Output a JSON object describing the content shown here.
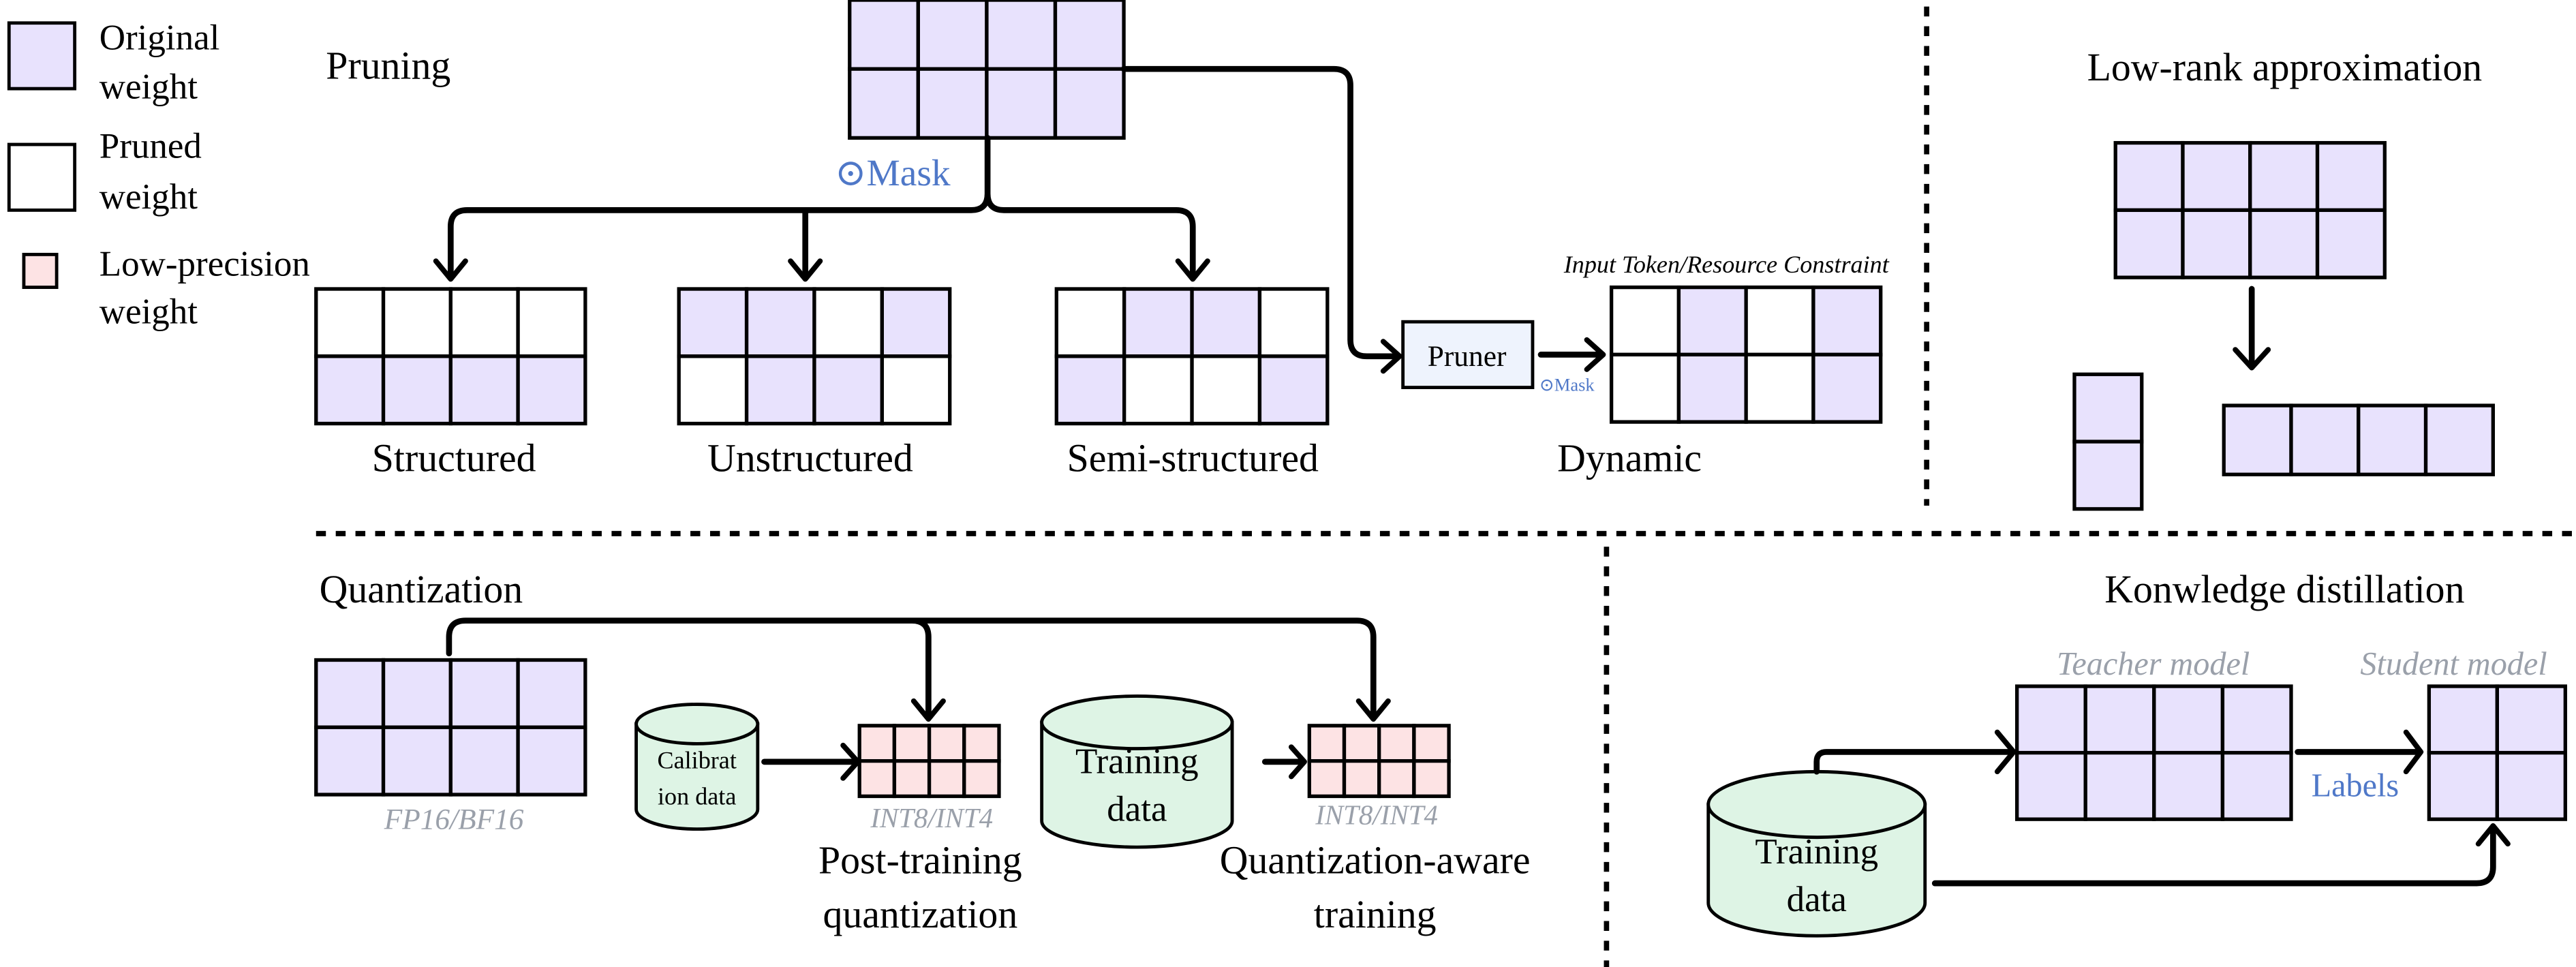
{
  "colors": {
    "original": "#e8e2fd",
    "pruned": "#ffffff",
    "low_precision": "#fde3e4",
    "data_cylinder": "#def4e5",
    "pruner_box": "#eef3fd",
    "accent_text": "#4f78c8",
    "muted_text": "#9aa0aa"
  },
  "legend": {
    "items": [
      {
        "line1": "Original",
        "line2": "weight",
        "kind": "original"
      },
      {
        "line1": "Pruned",
        "line2": "weight",
        "kind": "pruned"
      },
      {
        "line1": "Low-precision",
        "line2": "weight",
        "kind": "low_precision"
      }
    ]
  },
  "pruning": {
    "title": "Pruning",
    "mask_label": "⊙Mask",
    "source_grid": {
      "rows": 2,
      "cols": 4,
      "pattern": [
        [
          1,
          1,
          1,
          1
        ],
        [
          1,
          1,
          1,
          1
        ]
      ]
    },
    "variants": [
      {
        "label": "Structured",
        "pattern": [
          [
            0,
            0,
            0,
            0
          ],
          [
            1,
            1,
            1,
            1
          ]
        ]
      },
      {
        "label": "Unstructured",
        "pattern": [
          [
            1,
            1,
            0,
            1
          ],
          [
            0,
            1,
            1,
            0
          ]
        ]
      },
      {
        "label": "Semi-structured",
        "pattern": [
          [
            0,
            1,
            1,
            0
          ],
          [
            1,
            0,
            0,
            1
          ]
        ]
      }
    ],
    "dynamic": {
      "label": "Dynamic",
      "pruner_label": "Pruner",
      "mask_label": "⊙Mask",
      "constraint_label": "Input Token/Resource Constraint",
      "pattern": [
        [
          0,
          1,
          0,
          1
        ],
        [
          0,
          1,
          0,
          1
        ]
      ]
    }
  },
  "low_rank": {
    "title": "Low-rank approximation",
    "source_grid": {
      "rows": 2,
      "cols": 4
    },
    "factor_a": {
      "rows": 2,
      "cols": 1
    },
    "factor_b": {
      "rows": 1,
      "cols": 4
    }
  },
  "quantization": {
    "title": "Quantization",
    "source_precision": "FP16/BF16",
    "calibration_label_line1": "Calibrat",
    "calibration_label_line2": "ion data",
    "training_label_line1": "Training",
    "training_label_line2": "data",
    "ptq": {
      "precision": "INT8/INT4",
      "line1": "Post-training",
      "line2": "quantization"
    },
    "qat": {
      "precision": "INT8/INT4",
      "line1": "Quantization-aware",
      "line2": "training"
    }
  },
  "distillation": {
    "title": "Konwledge distillation",
    "teacher_label": "Teacher model",
    "student_label": "Student model",
    "labels_text": "Labels",
    "training_label_line1": "Training",
    "training_label_line2": "data"
  }
}
